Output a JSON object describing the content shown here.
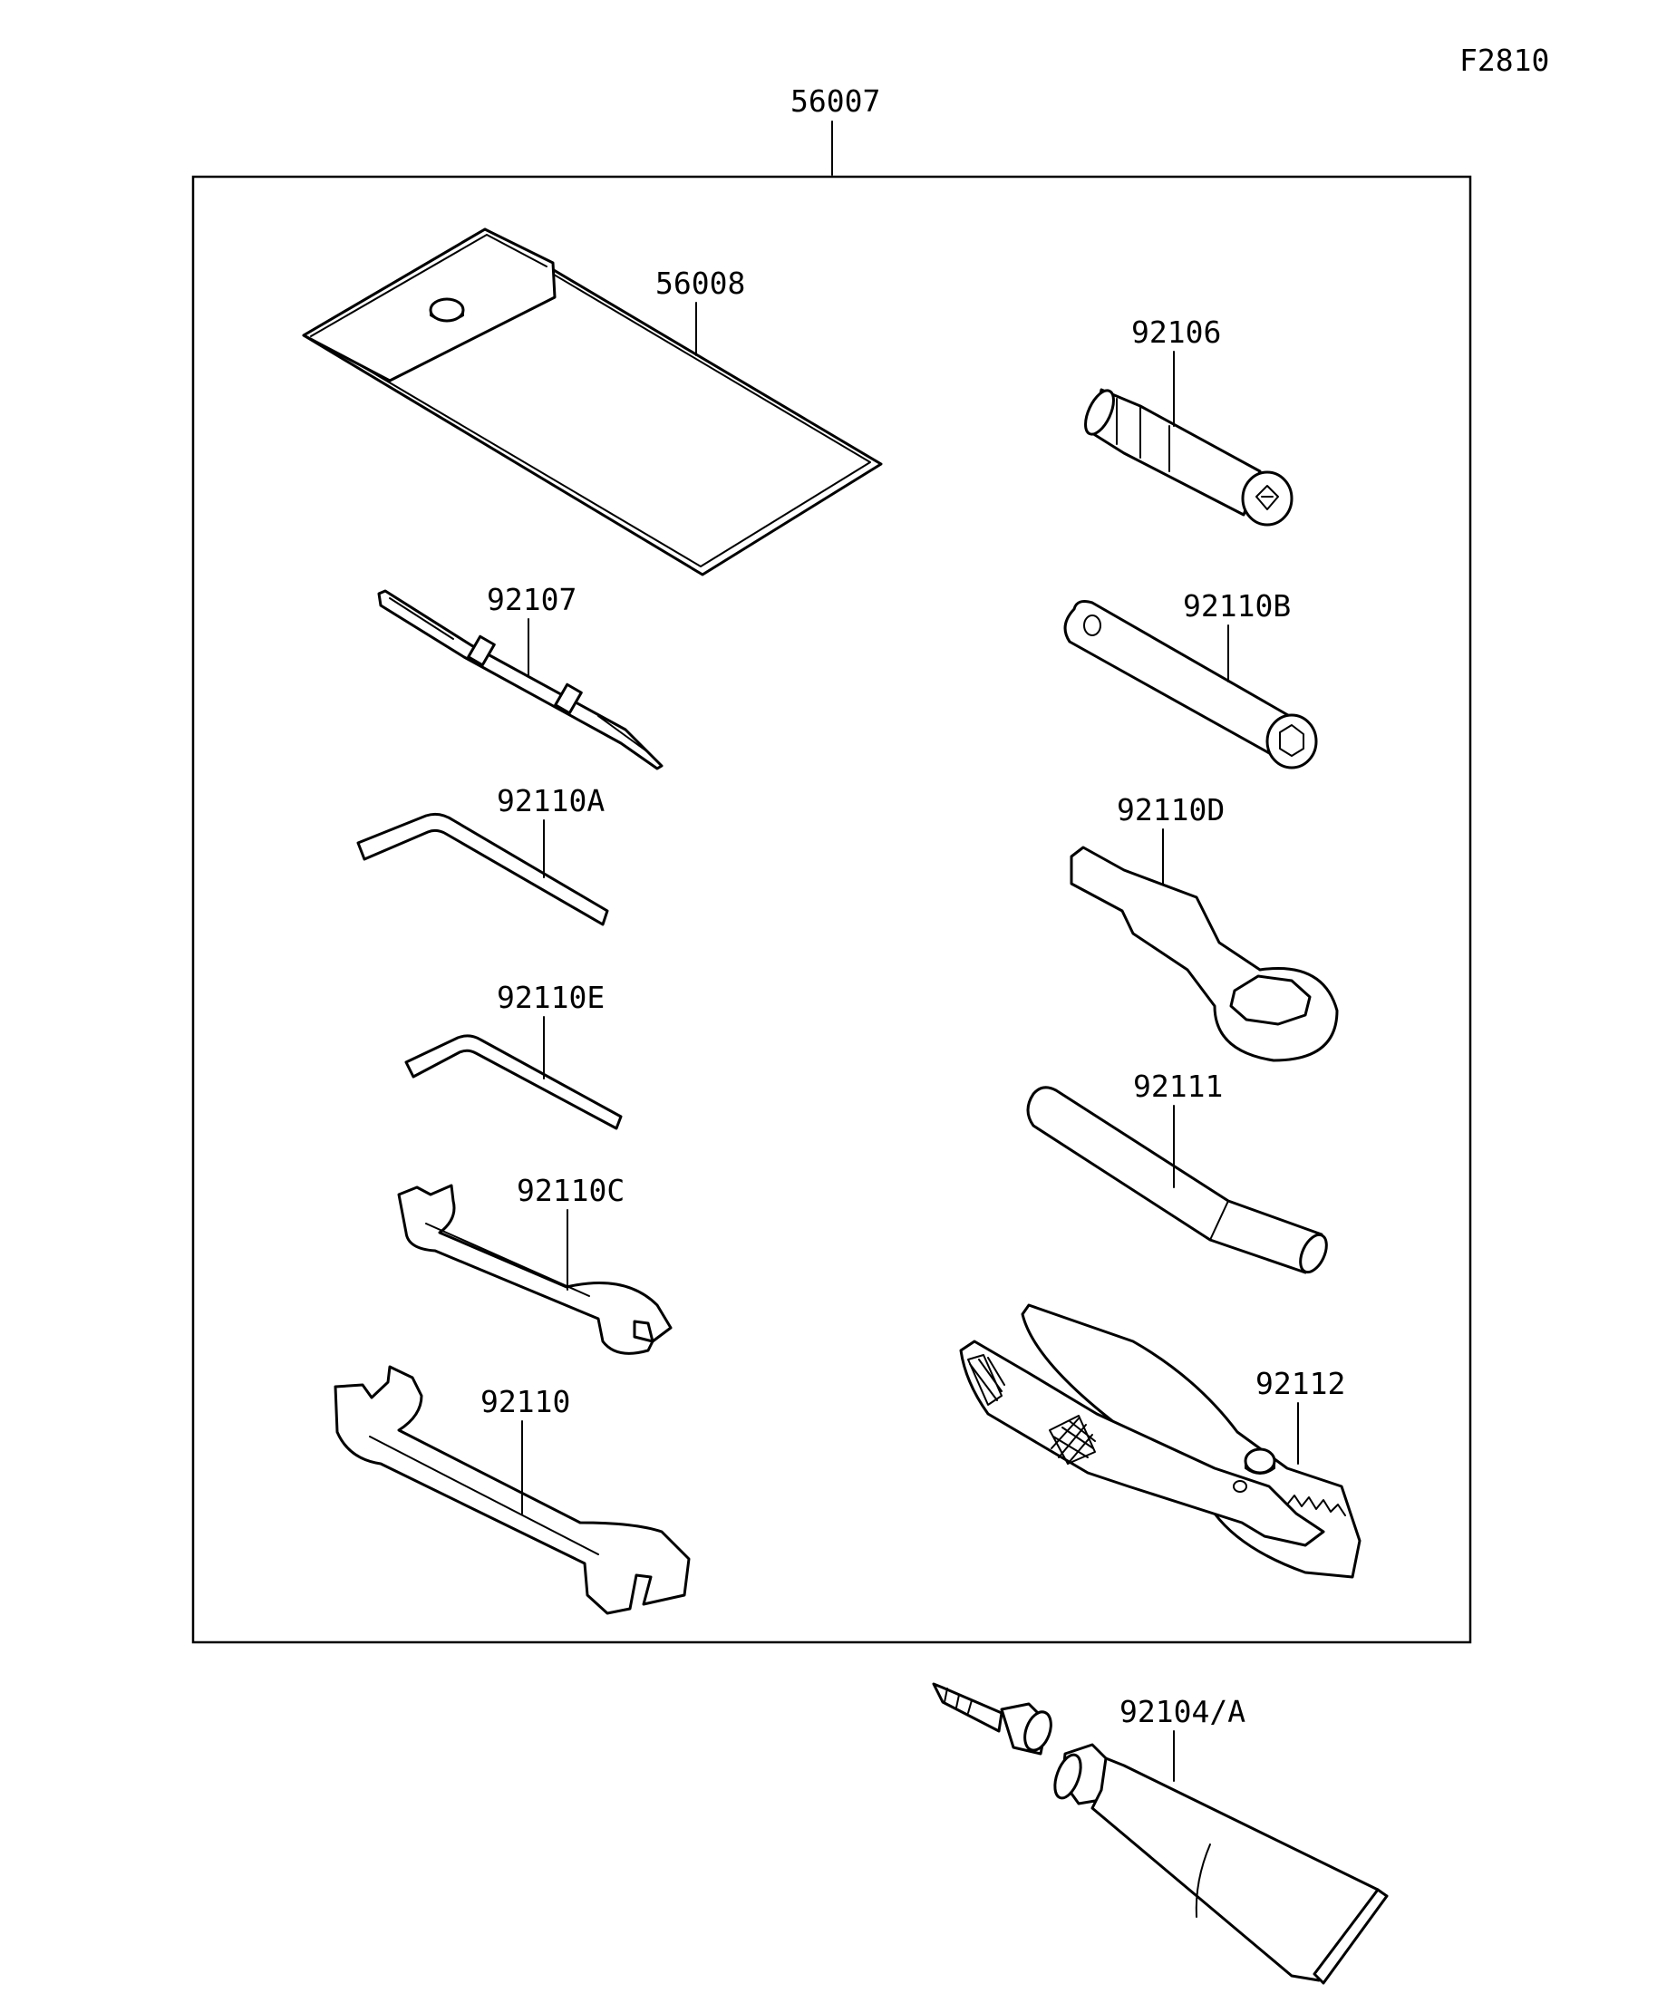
{
  "figure_code": "F2810",
  "kit": {
    "part_no": "56007"
  },
  "parts": {
    "case": "56008",
    "box_wrench": "92106",
    "screwdriver": "92107",
    "hex_wrench_a": "92110A",
    "hex_wrench_e": "92110E",
    "spanner_c": "92110C",
    "spanner": "92110",
    "socket_handle_b": "92110B",
    "ring_wrench_d": "92110D",
    "extension_bar": "92111",
    "pliers": "92112",
    "repair_tube": "92104/A"
  }
}
